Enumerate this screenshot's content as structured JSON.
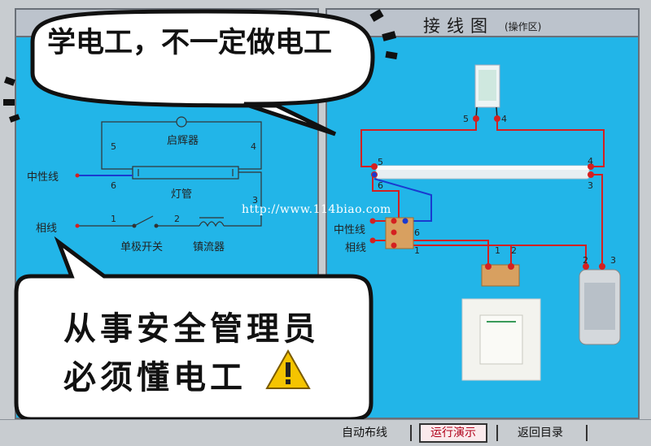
{
  "diagram": {
    "title": "接线图",
    "subtitle": "(操作区)",
    "labels": {
      "neutral": "中性线",
      "phase": "相线"
    }
  },
  "schematic": {
    "starter": "启辉器",
    "tube": "灯管",
    "neutral": "中性线",
    "phase": "相线",
    "switch": "单极开关",
    "ballast": "镇流器",
    "terminals": [
      "1",
      "2",
      "3",
      "4",
      "5",
      "6"
    ]
  },
  "watermark": "http://www.114biao.com",
  "toolbar": {
    "auto_wire": "自动布线",
    "run_demo": "运行演示",
    "back_menu": "返回目录"
  },
  "overlay": {
    "bubble1": "学电工，不一定做电工",
    "bubble2_line1": "从事安全管理员",
    "bubble2_line2": "必须懂电工"
  },
  "colors": {
    "panel_bg": "#22b5e8",
    "wire_red": "#d42020",
    "wire_blue": "#1a3ad0",
    "accent_red": "#b0001a"
  }
}
